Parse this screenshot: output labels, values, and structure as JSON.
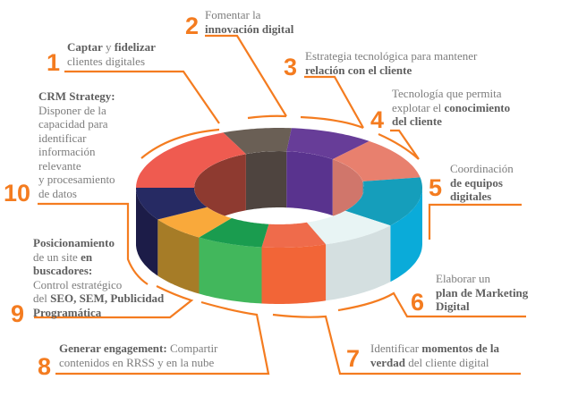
{
  "accent_color": "#f47c20",
  "items": [
    {
      "number": "1",
      "lines": [
        [
          {
            "t": "Captar",
            "b": true
          },
          {
            "t": " y ",
            "b": false
          },
          {
            "t": "fidelizar",
            "b": true
          }
        ],
        [
          {
            "t": "clientes digitales",
            "b": false
          }
        ]
      ]
    },
    {
      "number": "2",
      "lines": [
        [
          {
            "t": "Fomentar la",
            "b": false
          }
        ],
        [
          {
            "t": "innovación digital",
            "b": true
          }
        ]
      ]
    },
    {
      "number": "3",
      "lines": [
        [
          {
            "t": "Estrategia tecnológica para mantener",
            "b": false
          }
        ],
        [
          {
            "t": "relación con el cliente",
            "b": true
          }
        ]
      ]
    },
    {
      "number": "4",
      "lines": [
        [
          {
            "t": "Tecnología que permita",
            "b": false
          }
        ],
        [
          {
            "t": "explotar el ",
            "b": false
          },
          {
            "t": "conocimiento",
            "b": true
          }
        ],
        [
          {
            "t": "del cliente",
            "b": true
          }
        ]
      ]
    },
    {
      "number": "5",
      "lines": [
        [
          {
            "t": "Coordinación",
            "b": false
          }
        ],
        [
          {
            "t": "de equipos",
            "b": true
          }
        ],
        [
          {
            "t": "digitales",
            "b": true
          }
        ]
      ]
    },
    {
      "number": "6",
      "lines": [
        [
          {
            "t": "Elaborar un",
            "b": false
          }
        ],
        [
          {
            "t": "plan de Marketing",
            "b": true
          }
        ],
        [
          {
            "t": "Digital",
            "b": true
          }
        ]
      ]
    },
    {
      "number": "7",
      "lines": [
        [
          {
            "t": "Identificar ",
            "b": false
          },
          {
            "t": "momentos de la",
            "b": true
          }
        ],
        [
          {
            "t": "verdad",
            "b": true
          },
          {
            "t": " del cliente digital",
            "b": false
          }
        ]
      ]
    },
    {
      "number": "8",
      "lines": [
        [
          {
            "t": "Generar engagement:",
            "b": true
          },
          {
            "t": " Compartir",
            "b": false
          }
        ],
        [
          {
            "t": "contenidos en RRSS y en la nube",
            "b": false
          }
        ]
      ]
    },
    {
      "number": "9",
      "lines": [
        [
          {
            "t": "Posicionamiento",
            "b": true
          }
        ],
        [
          {
            "t": "de un site ",
            "b": false
          },
          {
            "t": "en",
            "b": true
          }
        ],
        [
          {
            "t": "buscadores:",
            "b": true
          }
        ],
        [
          {
            "t": "Control estratégico",
            "b": false
          }
        ],
        [
          {
            "t": "del ",
            "b": false
          },
          {
            "t": "SEO, SEM, Publicidad",
            "b": true
          }
        ],
        [
          {
            "t": "Programática",
            "b": true
          }
        ]
      ]
    },
    {
      "number": "10",
      "lines": [
        [
          {
            "t": "CRM Strategy:",
            "b": true
          }
        ],
        [
          {
            "t": "Disponer de la",
            "b": false
          }
        ],
        [
          {
            "t": "capacidad para",
            "b": false
          }
        ],
        [
          {
            "t": "identificar",
            "b": false
          }
        ],
        [
          {
            "t": "información",
            "b": false
          }
        ],
        [
          {
            "t": "relevante",
            "b": false
          }
        ],
        [
          {
            "t": "y procesamiento",
            "b": false
          }
        ],
        [
          {
            "t": "de datos",
            "b": false
          }
        ]
      ]
    }
  ],
  "segments": [
    {
      "name": "innovacion",
      "top": "#6a5f55",
      "side": "#4e443f",
      "inner": "#4e443f"
    },
    {
      "name": "relacion",
      "top": "#673d98",
      "side": "#59338e",
      "inner": "#59338e"
    },
    {
      "name": "conocimiento",
      "top": "#e8806e",
      "side": "#d0766b",
      "inner": "#d0766b"
    },
    {
      "name": "coordinacion",
      "top": "#159ebb",
      "side": "#0aabd9",
      "inner": "#128fa9"
    },
    {
      "name": "plan-marketing",
      "top": "#e8f4f4",
      "side": "#d4dfe0",
      "inner": "#c9d6d7"
    },
    {
      "name": "momentos-verdad",
      "top": "#ef6b4b",
      "side": "#f26537",
      "inner": "#d85a35"
    },
    {
      "name": "engagement",
      "top": "#1a9c4f",
      "side": "#42b75c",
      "inner": "#168a45"
    },
    {
      "name": "posicionamiento",
      "top": "#f9a93b",
      "side": "#a67c27",
      "inner": "#a67c27"
    },
    {
      "name": "crm",
      "top": "#262a63",
      "side": "#1c1c48",
      "inner": "#1c1c48"
    },
    {
      "name": "captar",
      "top": "#ef5b50",
      "side": "#c8493f",
      "inner": "#8e3a30"
    }
  ]
}
